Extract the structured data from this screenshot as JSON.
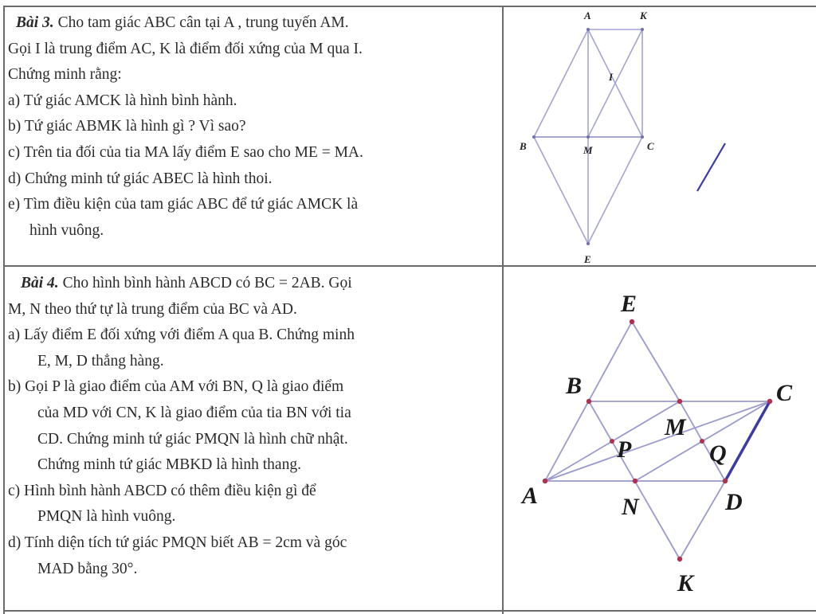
{
  "problem3": {
    "heading": "Bài 3.",
    "intro": "Cho tam giác ABC cân tại A , trung tuyến AM.",
    "lines": [
      "Gọi I là trung điểm AC, K là điểm đối xứng của M qua I.",
      "Chứng minh rằng:",
      "a) Tứ giác AMCK là hình bình hành.",
      "b) Tứ giác ABMK là hình gì ? Vì sao?",
      "c) Trên tia đối của tia MA lấy điểm E sao cho ME = MA.",
      "d) Chứng minh tứ giác ABEC là hình thoi.",
      "e) Tìm điều kiện của tam giác ABC để tứ giác AMCK là",
      "hình vuông."
    ],
    "figure_labels": {
      "A": "A",
      "K": "K",
      "I": "I",
      "B": "B",
      "M": "M",
      "C": "C",
      "E": "E"
    }
  },
  "problem4": {
    "heading": "Bài 4.",
    "intro": "Cho hình bình hành ABCD có BC = 2AB. Gọi",
    "lines": [
      "M, N theo thứ tự là trung điểm của BC và AD.",
      "a)  Lấy điểm E đối xứng với điểm A qua B. Chứng minh",
      "E, M, D thẳng hàng.",
      "b)  Gọi P là giao điểm của AM với BN, Q là giao điểm",
      "của MD với CN, K là giao điểm của tia BN với tia",
      "CD. Chứng minh tứ giác PMQN là hình chữ nhật.",
      "Chứng minh tứ giác MBKD là hình thang.",
      "c)  Hình bình hành ABCD có thêm điều kiện gì để",
      "PMQN là hình vuông.",
      "d)  Tính diện tích tứ giác PMQN biết AB = 2cm và góc",
      "MAD bằng 30°."
    ],
    "figure_labels": {
      "E": "E",
      "B": "B",
      "C": "C",
      "M": "M",
      "P": "P",
      "Q": "Q",
      "A": "A",
      "N": "N",
      "D": "D",
      "K": "K"
    }
  },
  "colors": {
    "figure_line": "#9a9acf",
    "accent_stroke": "#3a3aa8",
    "point": "#b03050",
    "rule": "#6b6b6b"
  }
}
